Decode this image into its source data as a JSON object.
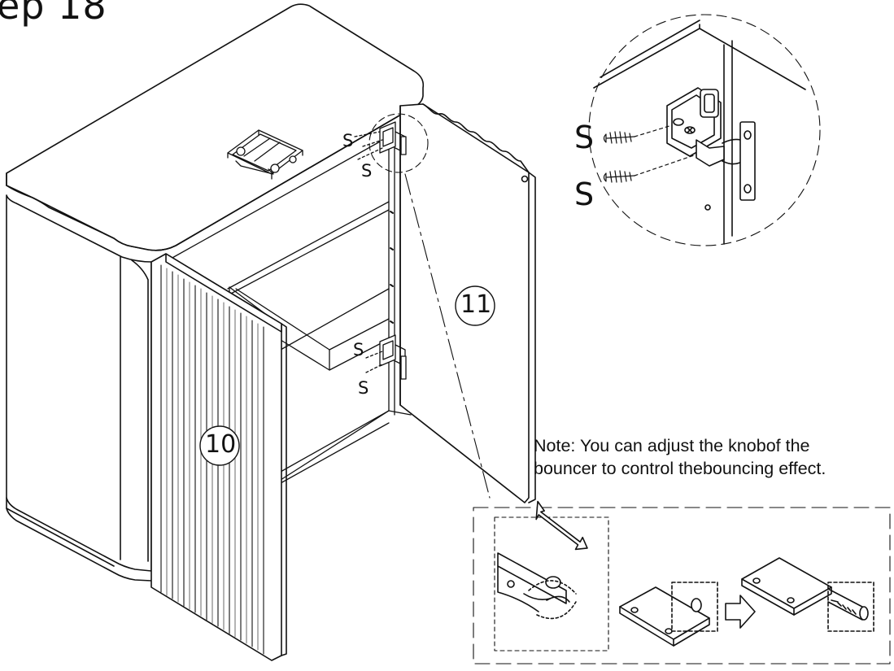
{
  "title": "ep 18",
  "part_labels": {
    "left_door": "10",
    "right_door": "11"
  },
  "screw_label": "S",
  "note": {
    "line1": "Note: You can adjust the knobof the",
    "line2": "bouncer to control thebouncing effect."
  }
}
